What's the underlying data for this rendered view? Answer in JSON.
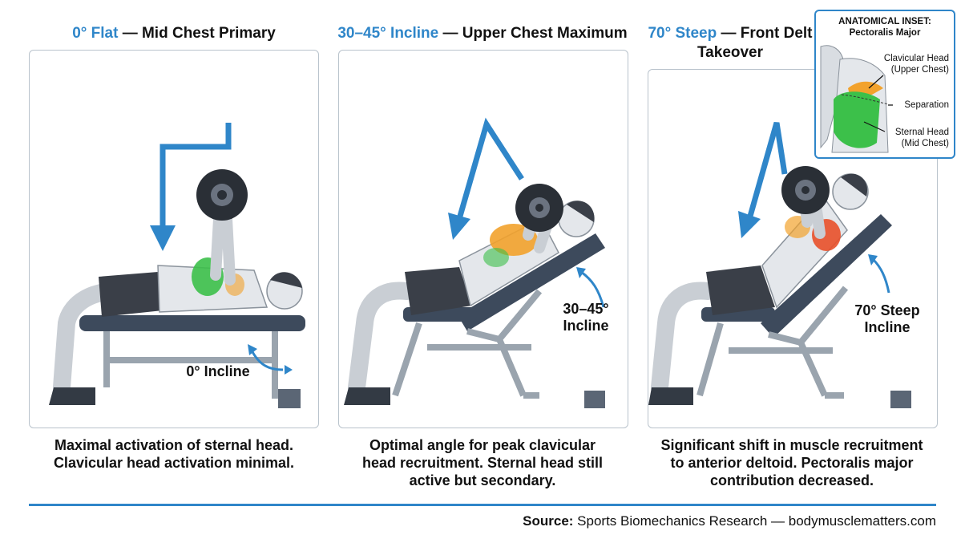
{
  "panels": [
    {
      "title_accent": "0° Flat",
      "title_rest": " — Mid Chest Primary",
      "angle_label_line1": "0° Incline",
      "angle_label_line2": "",
      "caption_line1": "Maximal activation of sternal head.",
      "caption_line2": "Clavicular head activation minimal.",
      "caption_line3": ""
    },
    {
      "title_accent": "30–45° Incline",
      "title_rest": " — Upper Chest Maximum",
      "angle_label_line1": "30–45°",
      "angle_label_line2": "Incline",
      "caption_line1": "Optimal angle for peak clavicular",
      "caption_line2": "head recruitment. Sternal head still",
      "caption_line3": "active but secondary."
    },
    {
      "title_accent": "70° Steep",
      "title_rest": " — Front Delt",
      "title_line2": "Takeover",
      "angle_label_line1": "70° Steep",
      "angle_label_line2": "Incline",
      "caption_line1": "Significant shift in muscle recruitment",
      "caption_line2": "to anterior deltoid. Pectoralis major",
      "caption_line3": "contribution decreased."
    }
  ],
  "inset": {
    "title_line1": "ANATOMICAL INSET:",
    "title_line2": "Pectoralis Major",
    "label_clavicular_1": "Clavicular Head",
    "label_clavicular_2": "(Upper Chest)",
    "label_separation": "Separation",
    "label_sternal_1": "Sternal Head",
    "label_sternal_2": "(Mid Chest)"
  },
  "footer": {
    "source_label": "Source:",
    "source_text": " Sports Biomechanics Research — bodymusclematters.com"
  },
  "colors": {
    "accent": "#2f86c9",
    "sternal": "#3cc04a",
    "clavicular": "#f2a22c",
    "deltoid": "#e8502a",
    "bench": "#3d4a5c",
    "frame": "#9aa4ae"
  }
}
